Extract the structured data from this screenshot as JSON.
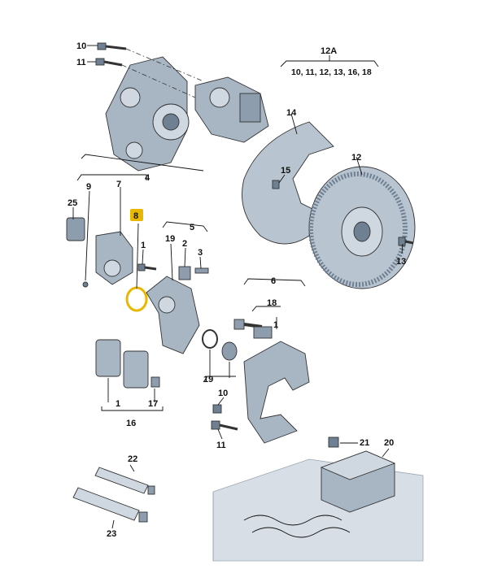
{
  "labels": {
    "p10_top": "10",
    "p11_top": "11",
    "p12A": "12A",
    "p12A_list": "10, 11, 12, 13, 16, 18",
    "p14": "14",
    "p12": "12",
    "p15": "15",
    "p13": "13",
    "p4": "4",
    "p7": "7",
    "p9": "9",
    "p25": "25",
    "p8": "8",
    "p5": "5",
    "p1_bolt": "1",
    "p19_top": "19",
    "p2": "2",
    "p3": "3",
    "p6": "6",
    "p18": "18",
    "p1_guide": "1",
    "p19_bot": "19",
    "p10_bot": "10",
    "p11_bot": "11",
    "p1_pads": "1",
    "p17": "17",
    "p16": "16",
    "p22": "22",
    "p23": "23",
    "p21": "21",
    "p20": "20"
  },
  "colors": {
    "metal": "#a8b6c4",
    "metal_dark": "#6f8092",
    "metal_light": "#cfd8e1",
    "floor": "#d7dee6",
    "highlight": "#e8b800"
  }
}
